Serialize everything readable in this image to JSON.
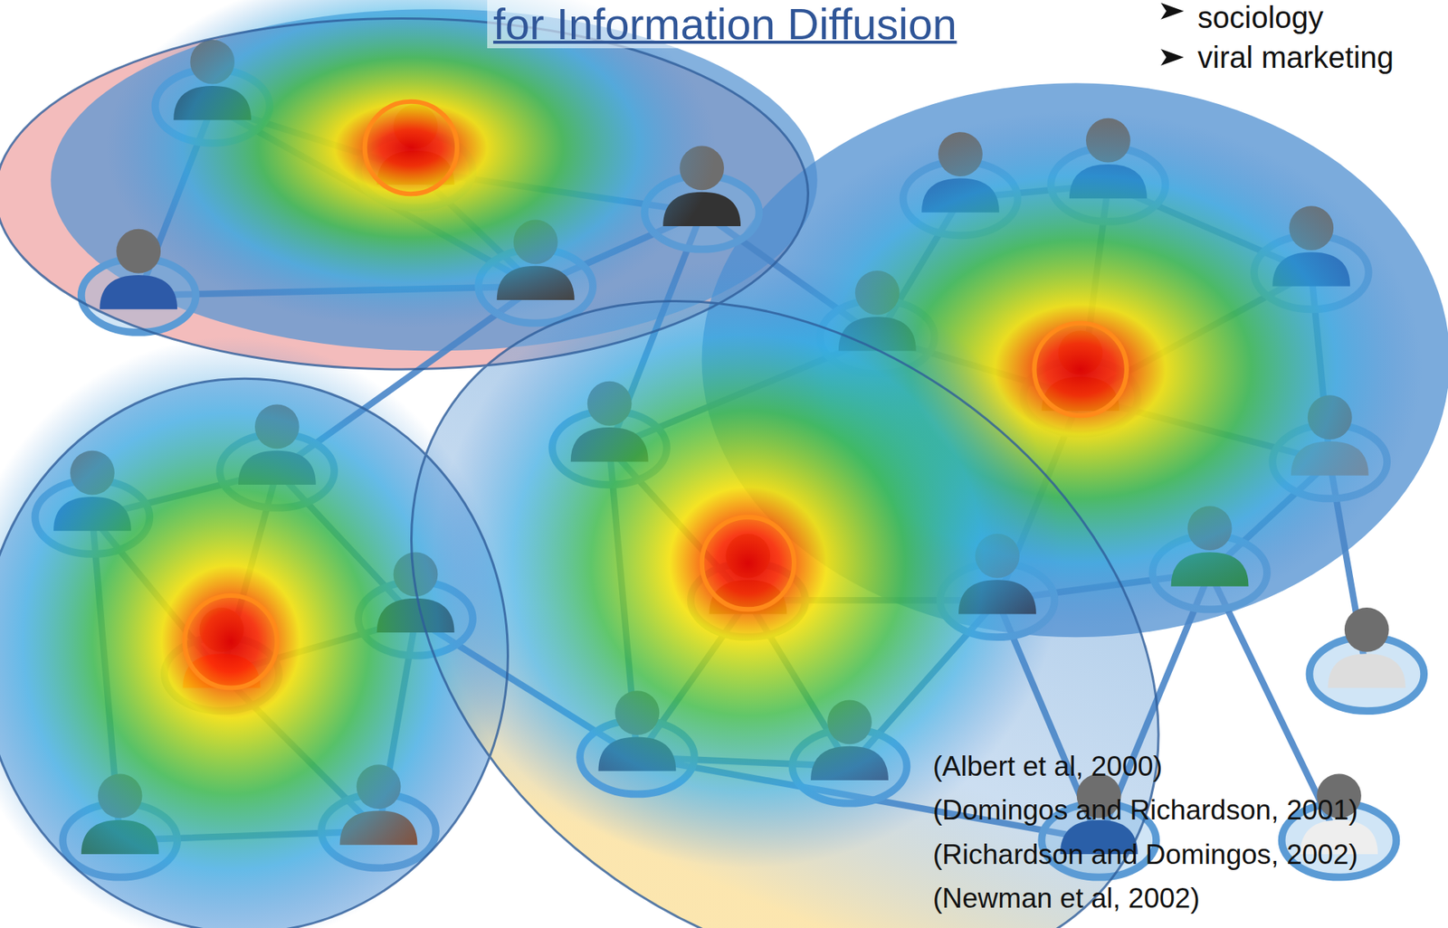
{
  "diagram": {
    "title": "for Information Diffusion",
    "labels": [
      "sociology",
      "viral marketing",
      "(Albert et al, 2000)",
      "(Domingos and Richardson, 2001)",
      "(Richardson and Domingos, 2002)",
      "(Newman et al, 2002)"
    ]
  }
}
